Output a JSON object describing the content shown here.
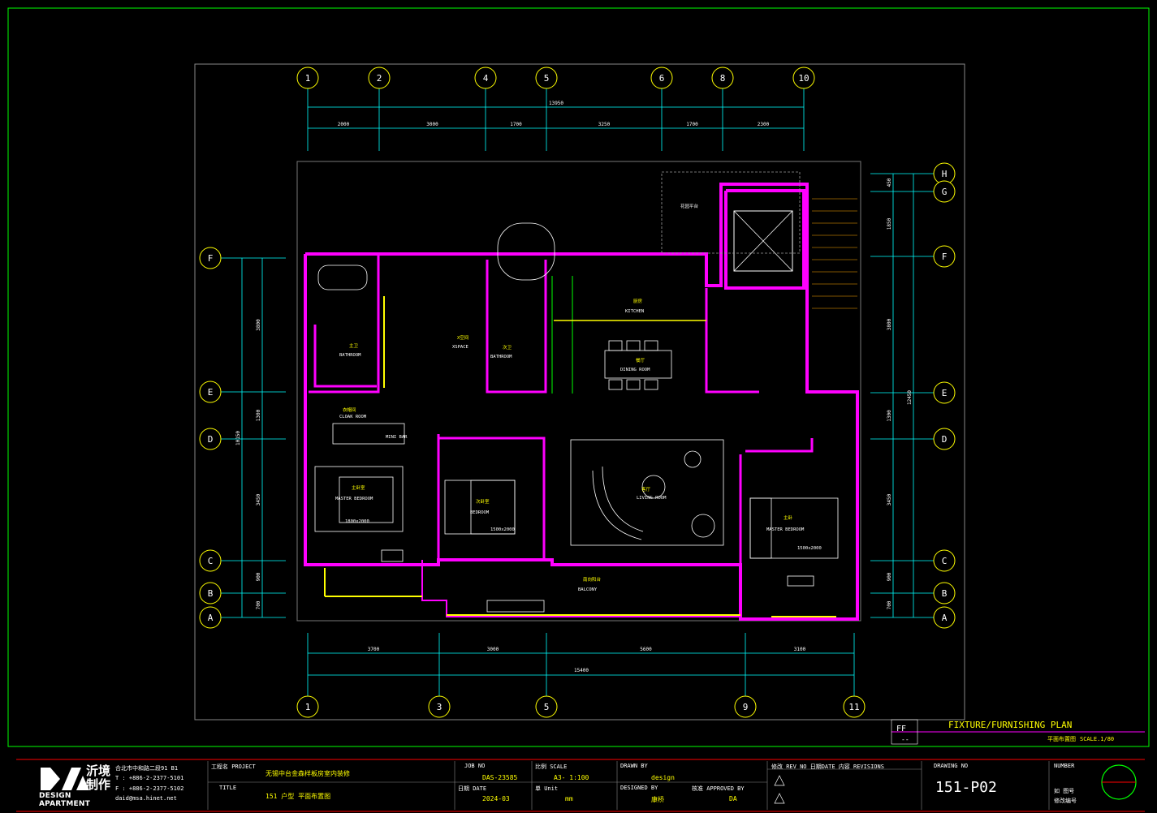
{
  "colors": {
    "frame": "#00ff00",
    "wall": "#ff00ff",
    "grid": "#00ffff",
    "furniture": "#ffffff",
    "yellow": "#ffff00",
    "titleblock_line": "#ff0000"
  },
  "grid_top_labels": [
    "1",
    "2",
    "4",
    "5",
    "6",
    "8",
    "10"
  ],
  "grid_bottom_labels": [
    "1",
    "3",
    "5",
    "9",
    "11"
  ],
  "grid_left_labels": [
    "F",
    "E",
    "D",
    "C",
    "B",
    "A"
  ],
  "grid_right_labels": [
    "H",
    "G",
    "F",
    "E",
    "D",
    "C",
    "B",
    "A"
  ],
  "dims_top_total": "13950",
  "dims_top": [
    "2000",
    "3000",
    "1700",
    "3250",
    "1700",
    "2300"
  ],
  "dims_bottom_total": "15400",
  "dims_bottom": [
    "3700",
    "3000",
    "5600",
    "3100"
  ],
  "dims_left": [
    "3800",
    "1300",
    "3450",
    "900",
    "700"
  ],
  "dims_left_total": "10150",
  "dims_right": [
    "450",
    "1850",
    "3800",
    "1300",
    "3450",
    "900",
    "700"
  ],
  "dims_right_total": "12450",
  "rooms": {
    "bathroom1_cn": "主卫",
    "bathroom1": "BATHROOM",
    "xspace_cn": "X空间",
    "xspace": "XSPACE",
    "bathroom2_cn": "次卫",
    "bathroom2": "BATHROOM",
    "kitchen_cn": "厨房",
    "kitchen": "KITCHEN",
    "dining_cn": "餐厅",
    "dining": "DINING ROOM",
    "living_cn": "客厅",
    "living": "LIVING ROOM",
    "cloak_cn": "衣帽间",
    "cloak": "CLOAK ROOM",
    "minibar": "MINI BAR",
    "master1_cn": "主卧室",
    "master1": "MASTER BEDROOM",
    "master1_bed": "1800x2000",
    "bedroom_cn": "次卧室",
    "bedroom": "BEDROOM",
    "bedroom_bed": "1500x2000",
    "master2_cn": "主卧",
    "master2": "MASTER BEDROOM",
    "master2_bed": "1500x2000",
    "balcony_cn": "南向阳台",
    "balcony": "BALCONY",
    "garden_cn": "花园平台"
  },
  "sheet": {
    "tag": "FF",
    "tag_sub": "--",
    "title": "FIXTURE/FURNISHING PLAN",
    "subtitle_cn": "平面布置图",
    "scale": "SCALE.1/80"
  },
  "titleblock": {
    "company_logo_cn": "沂境\n制作",
    "company_logo_en": "DESIGN APARTMENT",
    "company_addr": "合北市中和路二段91 B1",
    "company_tel": "T : +886-2-2377-5101",
    "company_fax": "F : +886-2-2377-5102",
    "company_email": "daid@msa.hinet.net",
    "project_label": "工程名  PROJECT",
    "project_value": "无锡中台金森样板房室内装修",
    "title_label": "TITLE",
    "title_value": "151 户型  平面布置图",
    "job_label": "JOB NO",
    "job_value": "DAS-23585",
    "date_label": "日期 DATE",
    "date_value": "2024-03",
    "scale_label": "比例 SCALE",
    "scale_value": "A3- 1:100",
    "unit_label": "单 Unit",
    "unit_value": "mm",
    "drawn_label": "DRAWN BY",
    "drawn_value": "design",
    "designed_label": "DESIGNED BY",
    "designed_value": "康桥",
    "approved_label": "核准 APPROVED BY",
    "approved_value": "DA",
    "rev_label": "修改 REV NO  日期DATE  内容 REVISIONS",
    "drawing_label": "DRAWING NO",
    "drawing_value": "151-P02",
    "number_label": "NUMBER",
    "number_note1": "如 图号",
    "number_note2": "修改编号"
  }
}
